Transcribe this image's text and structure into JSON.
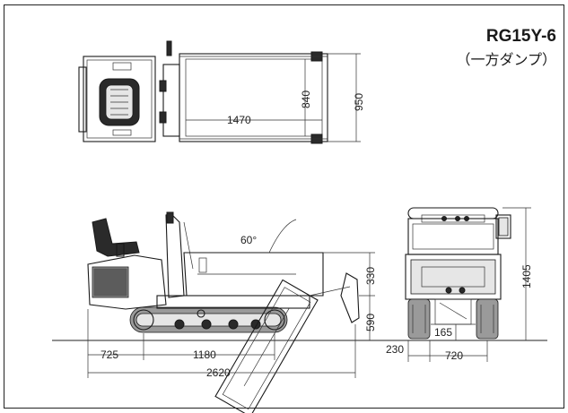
{
  "header": {
    "model": "RG15Y-6",
    "subtitle": "（一方ダンプ）"
  },
  "dimensions": {
    "top_width_total": "950",
    "top_bed_width": "840",
    "top_bed_length": "1470",
    "dump_angle": "60°",
    "bed_height": "330",
    "bed_floor_height": "590",
    "front_overhang": "725",
    "track_length": "1180",
    "total_length": "2620",
    "total_height": "1405",
    "track_width": "230",
    "ground_clearance": "165",
    "tread_width": "720"
  }
}
